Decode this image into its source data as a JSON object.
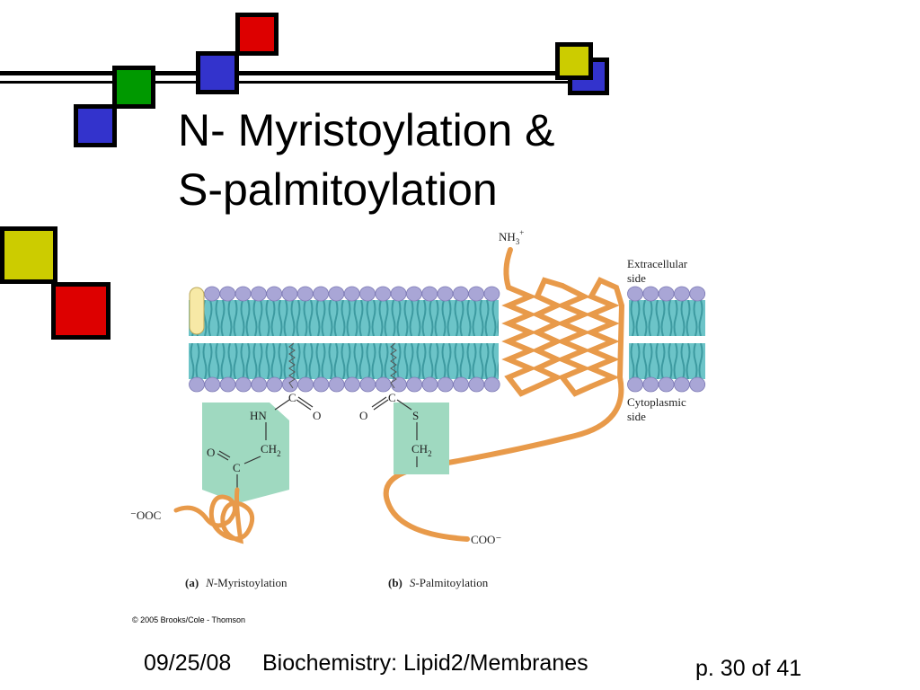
{
  "slide": {
    "title_line1": "N- Myristoylation &",
    "title_line2": "S-palmitoylation"
  },
  "figure": {
    "nh3_label": "NH",
    "nh3_sub": "3",
    "nh3_sup": "+",
    "extracellular_label_1": "Extracellular",
    "extracellular_label_2": "side",
    "cytoplasmic_label_1": "Cytoplasmic",
    "cytoplasmic_label_2": "side",
    "hn_label": "HN",
    "ch2_label_a": "CH",
    "ch2_sub": "2",
    "c_label_a1": "C",
    "c_label_a2": "C",
    "o_label_a1": "O",
    "o_label_a2": "O",
    "c_label_b": "C",
    "o_label_b": "O",
    "s_label_b": "S",
    "ch2_label_b": "CH",
    "ooc_label": "⁻OOC",
    "coo_label": "COO⁻",
    "caption_a_prefix": "(a)",
    "caption_a_italic": "N",
    "caption_a_text": "-Myristoylation",
    "caption_b_prefix": "(b)",
    "caption_b_italic": "S",
    "caption_b_text": "-Palmitoylation"
  },
  "copyright": "© 2005 Brooks/Cole - Thomson",
  "footer": {
    "date": "09/25/08",
    "course": "Biochemistry: Lipid2/Membranes",
    "page": "p. 30 of 41"
  },
  "colors": {
    "red": "#DD0000",
    "green": "#009900",
    "blue": "#3333CC",
    "yellow": "#CCCC00",
    "lipid_head": "#A9A6D6",
    "lipid_tail": "#6CC4C8",
    "protein": "#E89A4A",
    "highlight": "#9FD9C0"
  }
}
